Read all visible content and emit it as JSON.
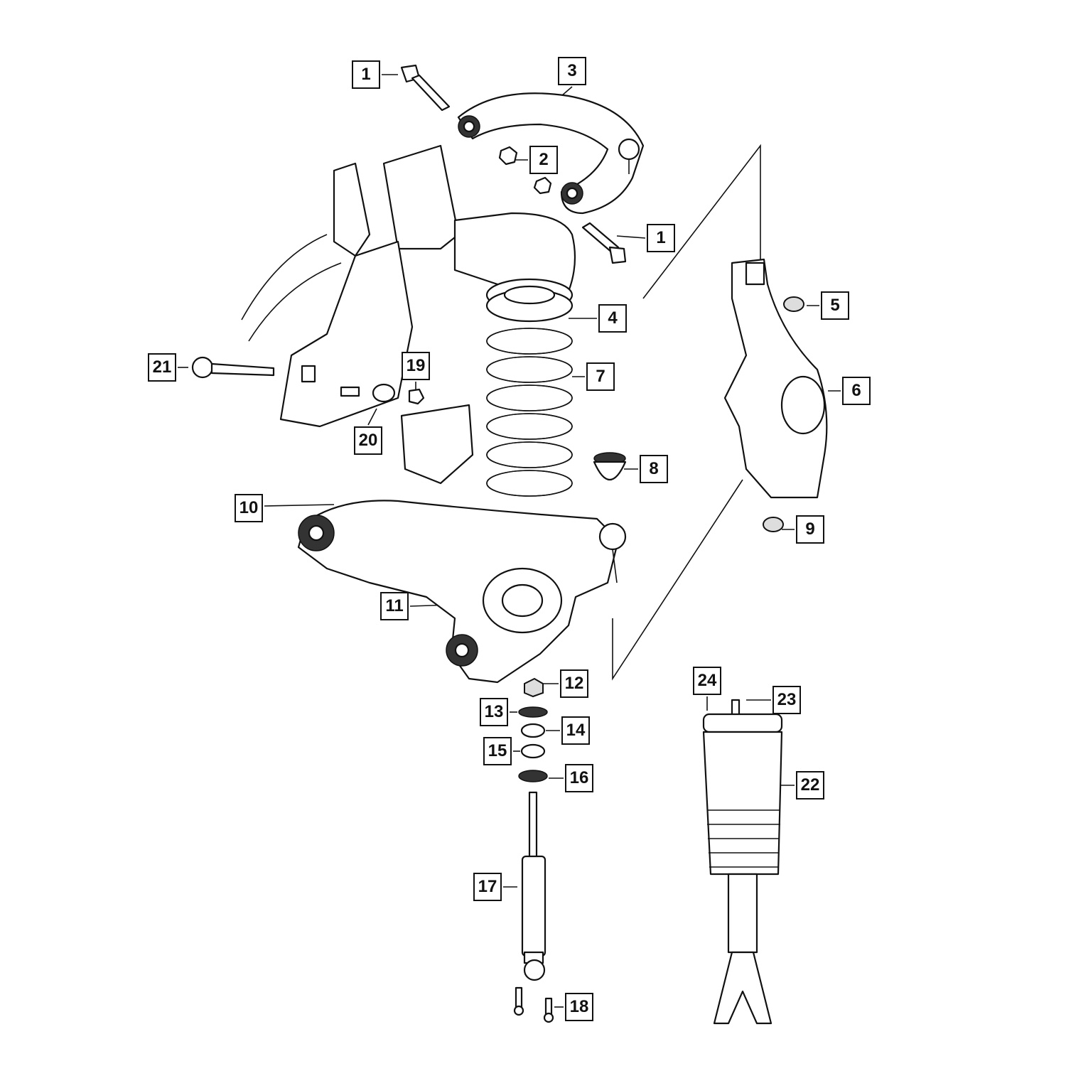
{
  "diagram": {
    "title": "Front suspension exploded parts diagram",
    "callouts": [
      {
        "label": "1"
      },
      {
        "label": "3"
      },
      {
        "label": "2"
      },
      {
        "label": "1"
      },
      {
        "label": "5"
      },
      {
        "label": "4"
      },
      {
        "label": "7"
      },
      {
        "label": "21"
      },
      {
        "label": "19"
      },
      {
        "label": "6"
      },
      {
        "label": "20"
      },
      {
        "label": "8"
      },
      {
        "label": "10"
      },
      {
        "label": "9"
      },
      {
        "label": "11"
      },
      {
        "label": "12"
      },
      {
        "label": "24"
      },
      {
        "label": "23"
      },
      {
        "label": "13"
      },
      {
        "label": "14"
      },
      {
        "label": "15"
      },
      {
        "label": "16"
      },
      {
        "label": "22"
      },
      {
        "label": "17"
      },
      {
        "label": "18"
      }
    ]
  }
}
